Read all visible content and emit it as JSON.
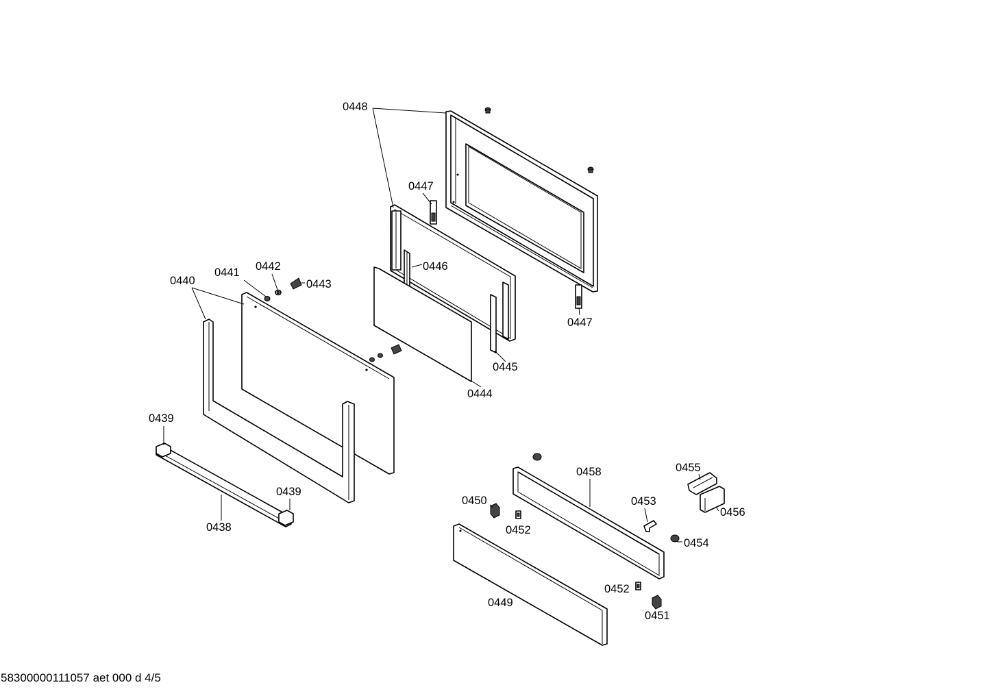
{
  "labels": {
    "p0438": "0438",
    "p0439": "0439",
    "p0440": "0440",
    "p0441": "0441",
    "p0442": "0442",
    "p0443": "0443",
    "p0444": "0444",
    "p0445": "0445",
    "p0446": "0446",
    "p0447": "0447",
    "p0448": "0448",
    "p0449": "0449",
    "p0450": "0450",
    "p0451": "0451",
    "p0452": "0452",
    "p0453": "0453",
    "p0454": "0454",
    "p0455": "0455",
    "p0456": "0456",
    "p0458": "0458"
  },
  "footer": "58300000111057 aet 000 d 4/5"
}
